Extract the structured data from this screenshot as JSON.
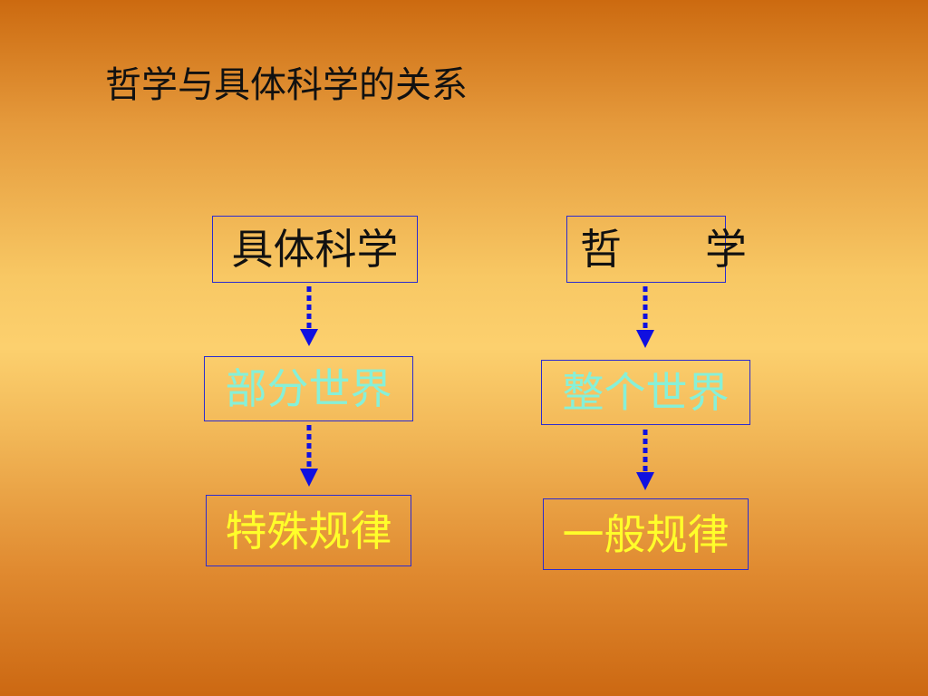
{
  "title": "哲学与具体科学的关系",
  "colors": {
    "border": "#2b2bd0",
    "arrow": "#1010e0",
    "dark_text": "#111111",
    "cyan_text": "#86f0d8",
    "yellow_text": "#fffe2a"
  },
  "left_column": {
    "science": "具体科学",
    "partial_world": "部分世界",
    "special_law": "特殊规律"
  },
  "right_column": {
    "philosophy": "哲　　学",
    "whole_world": "整个世界",
    "general_law": "一般规律"
  }
}
